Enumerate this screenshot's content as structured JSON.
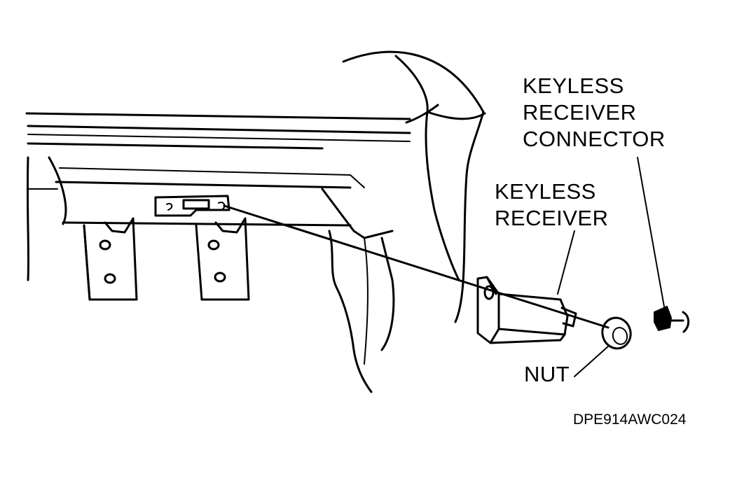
{
  "labels": {
    "keyless_receiver_connector": [
      "KEYLESS",
      "RECEIVER",
      "CONNECTOR"
    ],
    "keyless_receiver": [
      "KEYLESS",
      "RECEIVER"
    ],
    "nut": "NUT"
  },
  "figure_code": "DPE914AWC024"
}
